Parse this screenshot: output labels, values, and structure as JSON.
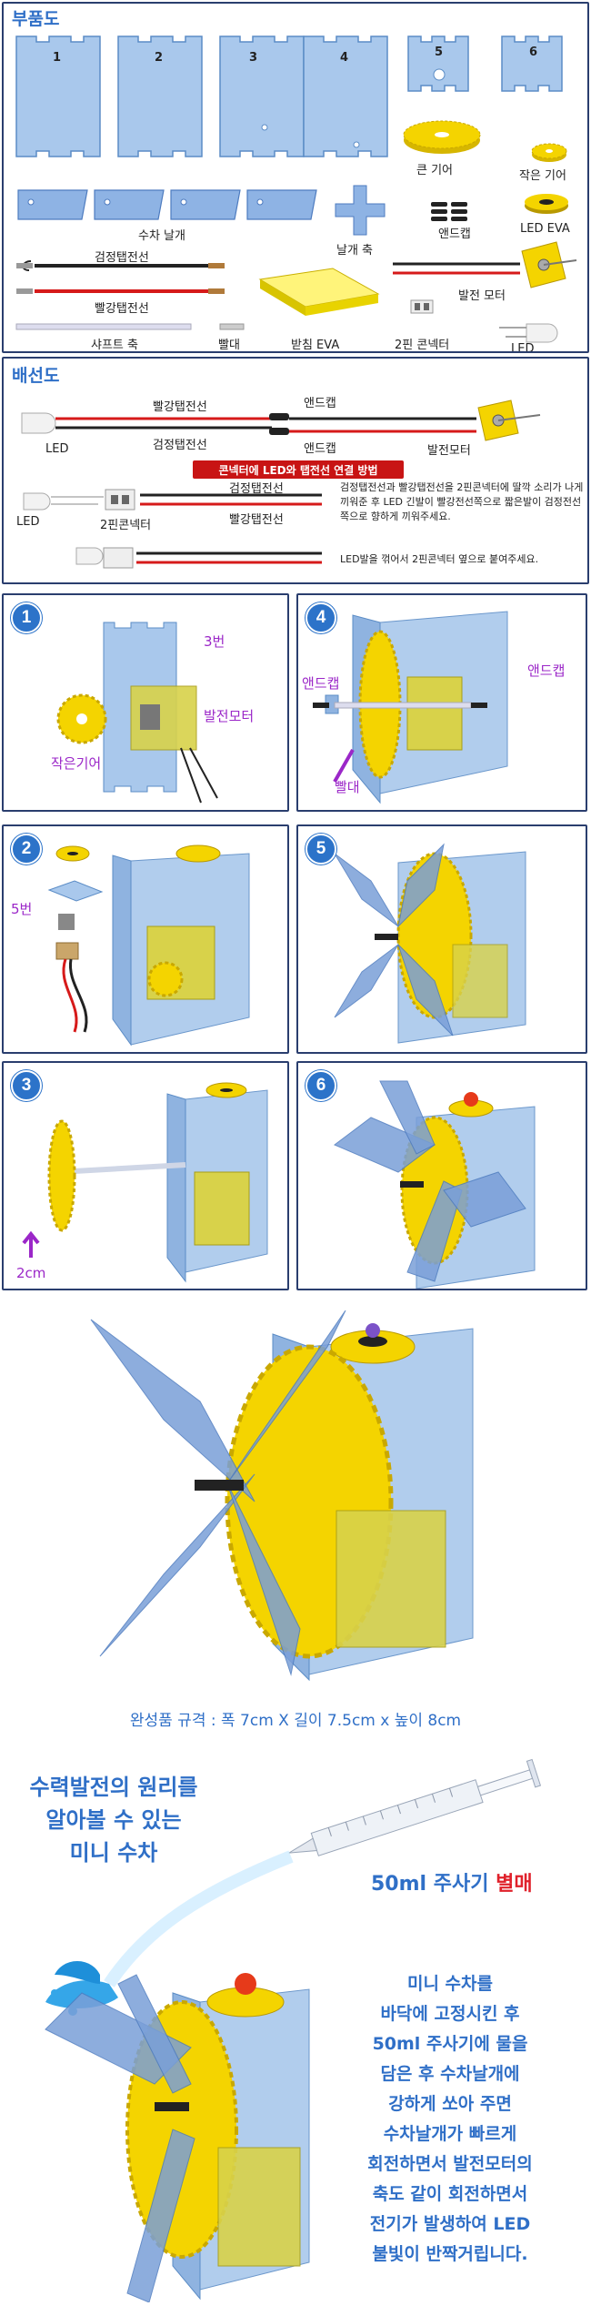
{
  "parts": {
    "title": "부품도",
    "plate_numbers": [
      "1",
      "2",
      "3",
      "4",
      "5",
      "6"
    ],
    "big_gear": "큰 기어",
    "small_gear": "작은 기어",
    "end_cap": "앤드캡",
    "led_eva": "LED EVA",
    "waterwheel_blade": "수차 날개",
    "blade_shaft": "날개 축",
    "black_wire": "검정탭전선",
    "red_wire": "빨강탭전선",
    "shaft": "샤프트 축",
    "straw": "빨대",
    "support_eva": "받침 EVA",
    "connector_2pin": "2핀 콘넥터",
    "generator_motor": "발전 모터",
    "led": "LED"
  },
  "wiring": {
    "title": "배선도",
    "led": "LED",
    "red_wire": "빨강탭전선",
    "black_wire": "검정탭전선",
    "end_cap_top": "앤드캡",
    "end_cap_bottom": "앤드캡",
    "generator_motor": "발전모터",
    "banner": "콘넥터에 LED와 탭전선 연결 방법",
    "led2": "LED",
    "connector_2pin": "2핀콘넥터",
    "black_wire2": "검정탭전선",
    "red_wire2": "빨강탭전선",
    "instruction": "검정탭전선과 빨강탭전선을 2핀콘넥터에 딸깍 소리가 나게 끼워준 후 LED 긴발이 빨강전선쪽으로 짧은발이 검정전선쪽으로 향하게 끼워주세요.",
    "note": "LED발을 꺾어서 2핀콘넥터 옆으로 붙여주세요."
  },
  "steps": {
    "s1": {
      "num": "1",
      "plate3": "3번",
      "motor": "발전모터",
      "small_gear": "작은기어"
    },
    "s2": {
      "num": "2",
      "plate5": "5번"
    },
    "s3": {
      "num": "3",
      "dist": "2cm"
    },
    "s4": {
      "num": "4",
      "endcap_l": "앤드캡",
      "endcap_r": "앤드캡",
      "straw": "빨대"
    },
    "s5": {
      "num": "5"
    },
    "s6": {
      "num": "6"
    }
  },
  "final": {
    "spec": "완성품 규격 : 폭 7cm X 길이 7.5cm x 높이 8cm",
    "headline": [
      "수력발전의 원리를",
      "알아볼 수 있는",
      "미니 수차"
    ],
    "syringe": "50ml 주사기",
    "sold_separately": "별매",
    "description": [
      "미니 수차를",
      "바닥에 고정시킨 후",
      "50ml 주사기에 물을",
      "담은 후 수차날개에",
      "강하게 쏘아 주면",
      "수차날개가 빠르게",
      "회전하면서 발전모터의",
      "축도 같이 회전하면서",
      "전기가 발생하여 LED",
      "불빛이 반짝거립니다."
    ]
  },
  "colors": {
    "panel_border": "#2a3e6e",
    "accent_blue": "#2f6fc7",
    "purple": "#9b27c8",
    "red": "#c81414",
    "gear_yellow": "#f4d400"
  }
}
